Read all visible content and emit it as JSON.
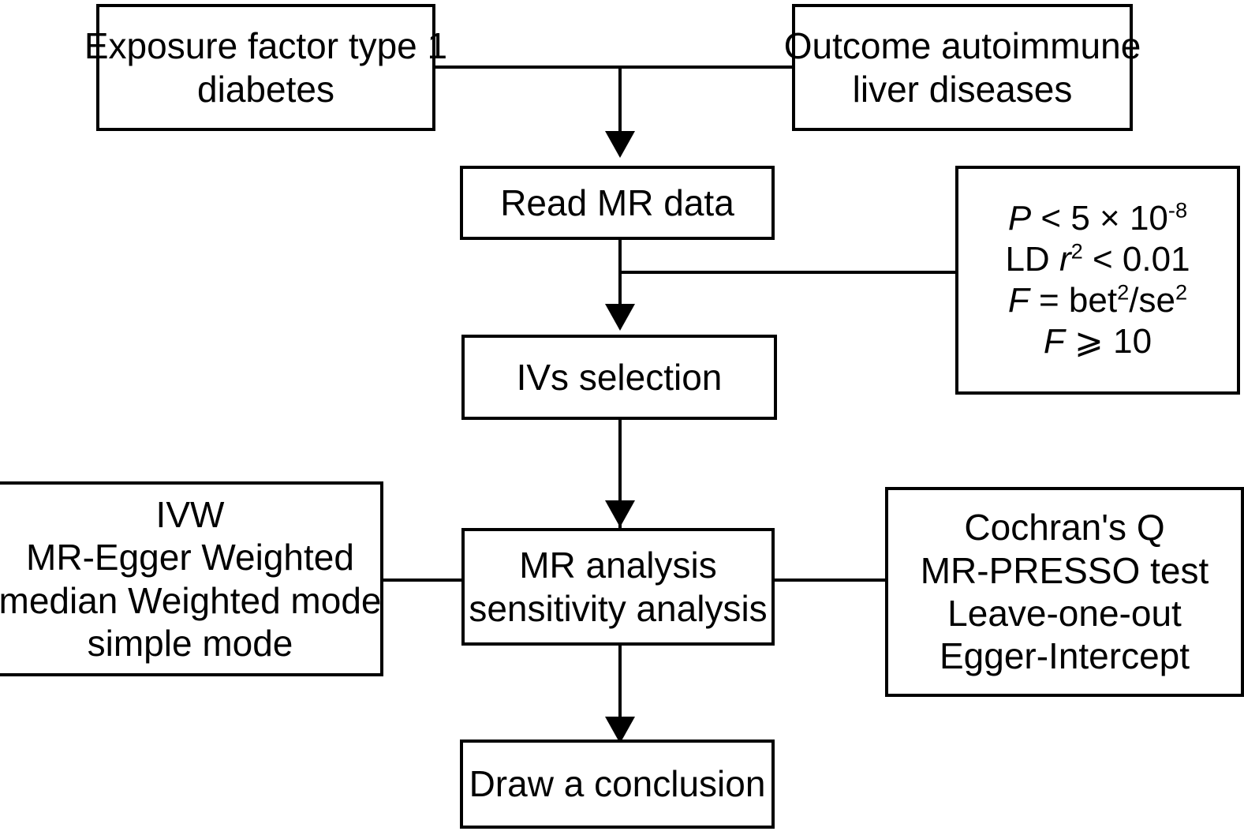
{
  "diagram": {
    "title": "Mendelian randomization study workflow",
    "type": "flowchart",
    "colors": {
      "stroke": "#000000",
      "fill": "#ffffff",
      "text": "#000000"
    },
    "nodes": {
      "exposure": {
        "lines": [
          "Exposure factor type 1",
          "diabetes"
        ]
      },
      "outcome": {
        "lines": [
          "Outcome autoimmune",
          "liver diseases"
        ]
      },
      "read_data": {
        "lines": [
          "Read MR data"
        ]
      },
      "ivs_selection": {
        "lines": [
          "IVs selection"
        ]
      },
      "mr_analysis": {
        "lines": [
          "MR analysis",
          "sensitivity analysis"
        ]
      },
      "conclusion": {
        "lines": [
          "Draw a conclusion"
        ]
      },
      "criteria": {
        "lines": [
          {
            "prefix": "",
            "italic": "P",
            "rest": " < 5 × 10",
            "sup": "-8",
            "tail": ""
          },
          {
            "prefix": "LD ",
            "italic": "r",
            "sup_after_italic": "2",
            "rest": " < 0.01",
            "sup": "",
            "tail": ""
          },
          {
            "prefix": "",
            "italic": "F",
            "rest": " = bet",
            "sup": "2",
            "tail": "/se",
            "sup2": "2"
          },
          {
            "prefix": "",
            "italic": "F",
            "rest": " ⩾ 10",
            "sup": "",
            "tail": ""
          }
        ],
        "plain": [
          "P < 5 × 10-8",
          "LD r2 < 0.01",
          "F = bet2/se2",
          "F ⩾ 10"
        ]
      },
      "methods": {
        "lines": [
          "IVW",
          "MR-Egger Weighted",
          "median Weighted mode",
          "simple mode"
        ]
      },
      "sensitivity_tests": {
        "lines": [
          "Cochran's Q",
          "MR-PRESSO test",
          "Leave-one-out",
          "Egger-Intercept"
        ]
      }
    },
    "edges": [
      {
        "from": "exposure",
        "to": "read_data",
        "style": "merge-down-arrow"
      },
      {
        "from": "outcome",
        "to": "read_data",
        "style": "merge-down-arrow"
      },
      {
        "from": "read_data",
        "to": "ivs_selection",
        "style": "down-arrow"
      },
      {
        "from": "criteria",
        "to": "read_data-ivs_selection",
        "style": "horizontal-plain"
      },
      {
        "from": "ivs_selection",
        "to": "mr_analysis",
        "style": "down-arrow"
      },
      {
        "from": "methods",
        "to": "mr_analysis",
        "style": "horizontal-plain"
      },
      {
        "from": "sensitivity_tests",
        "to": "mr_analysis",
        "style": "horizontal-plain"
      },
      {
        "from": "mr_analysis",
        "to": "conclusion",
        "style": "down-arrow"
      }
    ]
  }
}
